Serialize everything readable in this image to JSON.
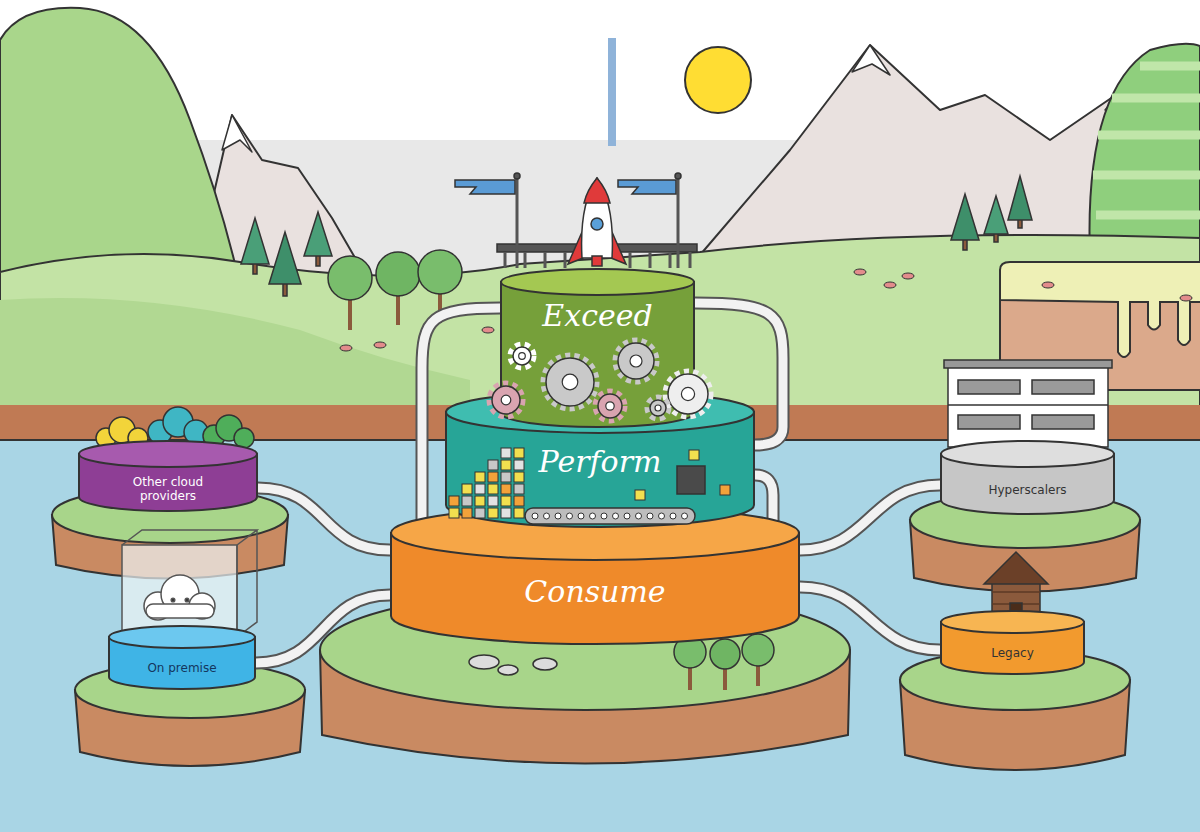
{
  "diagram": {
    "nodes": [
      {
        "text": [
          "Exceed"
        ]
      },
      {
        "text": [
          "Perform"
        ]
      },
      {
        "text": [
          "Consume"
        ]
      },
      {
        "text": [
          "Other cloud providers"
        ]
      },
      {
        "text": [
          "On premise"
        ]
      },
      {
        "text": [
          "Hyperscalers"
        ]
      },
      {
        "text": [
          "Legacy"
        ]
      }
    ],
    "edges": [
      {
        "from": 0,
        "to": 2,
        "arrow": "none"
      },
      {
        "from": 0,
        "to": 1,
        "arrow": "none"
      },
      {
        "from": 1,
        "to": 2,
        "arrow": "none"
      },
      {
        "from": 3,
        "to": 2,
        "arrow": "none"
      },
      {
        "from": 4,
        "to": 2,
        "arrow": "none"
      },
      {
        "from": 5,
        "to": 2,
        "arrow": "none"
      },
      {
        "from": 6,
        "to": 2,
        "arrow": "none"
      }
    ]
  }
}
